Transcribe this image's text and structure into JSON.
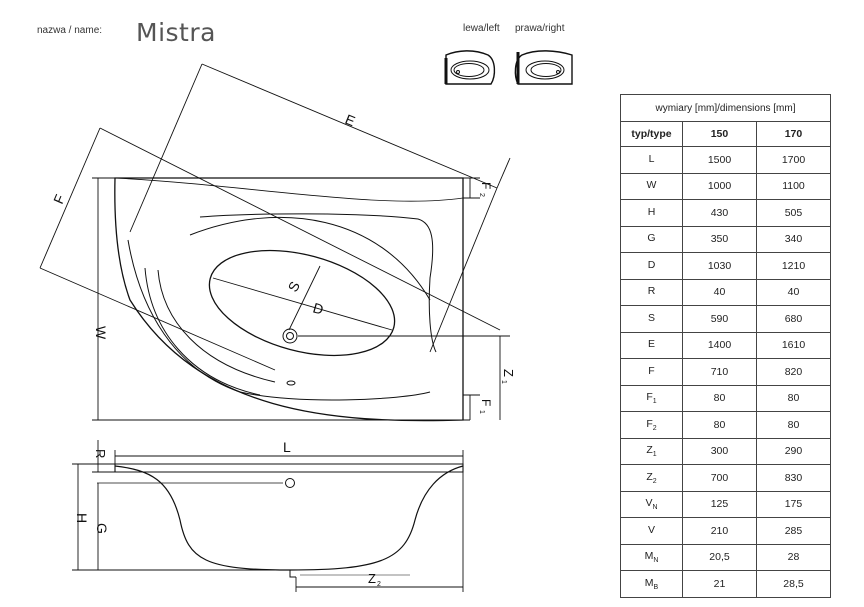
{
  "header": {
    "name_label": "nazwa / name:",
    "model_name": "Mistra",
    "left_label": "lewa/left",
    "right_label": "prawa/right"
  },
  "drawing_labels": {
    "E": "E",
    "F": "F",
    "F2": "F",
    "F2_sub": "2",
    "F1": "F",
    "F1_sub": "1",
    "W": "W",
    "S": "S",
    "D": "D",
    "Z1": "Z",
    "Z1_sub": "1",
    "L": "L",
    "R": "R",
    "H": "H",
    "G": "G",
    "Z2": "Z",
    "Z2_sub": "2"
  },
  "table": {
    "title": "wymiary [mm]/dimensions [mm]",
    "header": [
      "typ/type",
      "150",
      "170"
    ],
    "rows": [
      {
        "p": "L",
        "sub": "",
        "v150": "1500",
        "v170": "1700"
      },
      {
        "p": "W",
        "sub": "",
        "v150": "1000",
        "v170": "1100"
      },
      {
        "p": "H",
        "sub": "",
        "v150": "430",
        "v170": "505"
      },
      {
        "p": "G",
        "sub": "",
        "v150": "350",
        "v170": "340"
      },
      {
        "p": "D",
        "sub": "",
        "v150": "1030",
        "v170": "1210"
      },
      {
        "p": "R",
        "sub": "",
        "v150": "40",
        "v170": "40"
      },
      {
        "p": "S",
        "sub": "",
        "v150": "590",
        "v170": "680"
      },
      {
        "p": "E",
        "sub": "",
        "v150": "1400",
        "v170": "1610"
      },
      {
        "p": "F",
        "sub": "",
        "v150": "710",
        "v170": "820"
      },
      {
        "p": "F",
        "sub": "1",
        "v150": "80",
        "v170": "80"
      },
      {
        "p": "F",
        "sub": "2",
        "v150": "80",
        "v170": "80"
      },
      {
        "p": "Z",
        "sub": "1",
        "v150": "300",
        "v170": "290"
      },
      {
        "p": "Z",
        "sub": "2",
        "v150": "700",
        "v170": "830"
      },
      {
        "p": "V",
        "sub": "N",
        "v150": "125",
        "v170": "175"
      },
      {
        "p": "V",
        "sub": "",
        "v150": "210",
        "v170": "285"
      },
      {
        "p": "M",
        "sub": "N",
        "v150": "20,5",
        "v170": "28"
      },
      {
        "p": "M",
        "sub": "B",
        "v150": "21",
        "v170": "28,5"
      }
    ]
  }
}
